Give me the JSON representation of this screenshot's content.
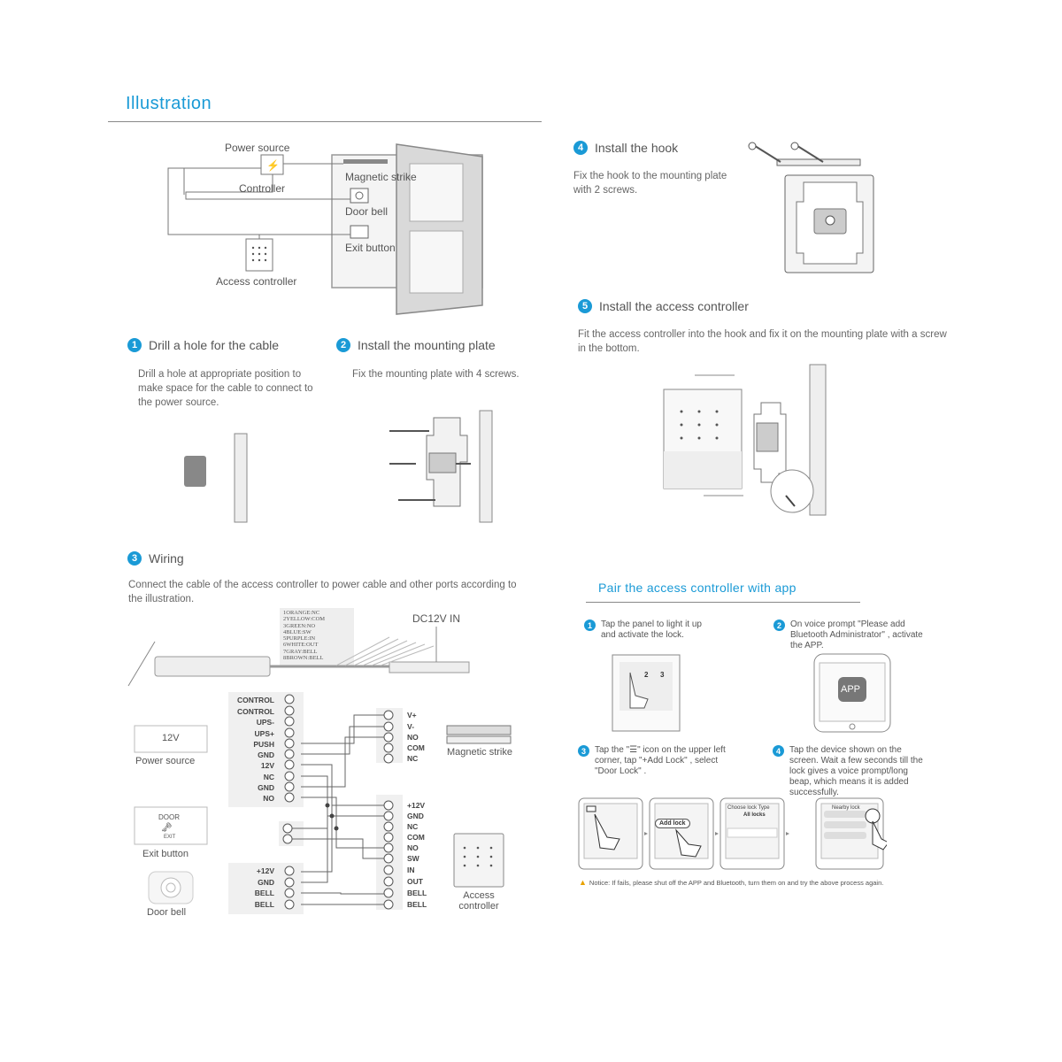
{
  "illustration": {
    "title": "Illustration",
    "power_source": "Power source",
    "controller": "Controller",
    "magnetic_strike": "Magnetic strike",
    "door_bell": "Door bell",
    "exit_button": "Exit button",
    "access_controller": "Access controller"
  },
  "steps": {
    "s1": {
      "num": "1",
      "title": "Drill a hole for the cable",
      "text": "Drill a hole at appropriate position to make space for the cable to connect to the power source."
    },
    "s2": {
      "num": "2",
      "title": "Install the mounting plate",
      "text": "Fix the mounting plate with 4 screws."
    },
    "s3": {
      "num": "3",
      "title": "Wiring",
      "text": "Connect the cable of the access controller to power cable and other ports according to the illustration."
    },
    "s4": {
      "num": "4",
      "title": "Install the hook",
      "text": "Fix the hook to the mounting plate with 2 screws."
    },
    "s5": {
      "num": "5",
      "title": "Install the access controller",
      "text": "Fit the access controller into the hook and fix it on the mounting plate with a screw in the bottom."
    }
  },
  "wiring": {
    "colors": [
      "1ORANGE:NC",
      "2YELLOW:COM",
      "3GREEN:NO",
      "4BLUE:SW",
      "5PURPLE:IN",
      "6WHITE:OUT",
      "7GRAY:BELL",
      "8BROWN:BELL"
    ],
    "dc_in": "DC12V IN",
    "psu_terminals": [
      "CONTROL",
      "CONTROL",
      "UPS-",
      "UPS+",
      "PUSH",
      "GND",
      "12V",
      "NC",
      "GND",
      "NO"
    ],
    "strike_terminals": [
      "V+",
      "V-",
      "NO",
      "COM",
      "NC"
    ],
    "ac_terminals": [
      "+12V",
      "GND",
      "NC",
      "COM",
      "NO",
      "SW",
      "IN",
      "OUT",
      "BELL",
      "BELL"
    ],
    "bell_terminals": [
      "+12V",
      "GND",
      "BELL",
      "BELL"
    ],
    "power_box": "12V",
    "power_source": "Power source",
    "exit_door": "DOOR",
    "exit_exit": "EXIT",
    "exit_button": "Exit button",
    "door_bell": "Door bell",
    "magnetic_strike": "Magnetic strike",
    "access_controller": "Access controller"
  },
  "pair": {
    "title": "Pair the access controller with app",
    "p1": {
      "num": "1",
      "text": "Tap the panel to light it up and activate the lock."
    },
    "p2": {
      "num": "2",
      "text": "On voice prompt \"Please add Bluetooth Administrator\" , activate the APP."
    },
    "p3": {
      "num": "3",
      "text": "Tap the \"☰\" icon on the upper left corner, tap \"+Add Lock\" , select \"Door Lock\" ."
    },
    "p4": {
      "num": "4",
      "text": "Tap the device shown on the screen. Wait a few seconds till the lock gives a voice prompt/long beap, which means it is added successfully."
    },
    "app_label": "APP",
    "add_lock": "Add lock",
    "choose_lock": "Choose lock Type",
    "all_locks": "All locks",
    "nearby_lock": "Nearby lock",
    "notice": "Notice: If fails, please shut off the APP and Bluetooth, turn them on and try the above process again."
  }
}
